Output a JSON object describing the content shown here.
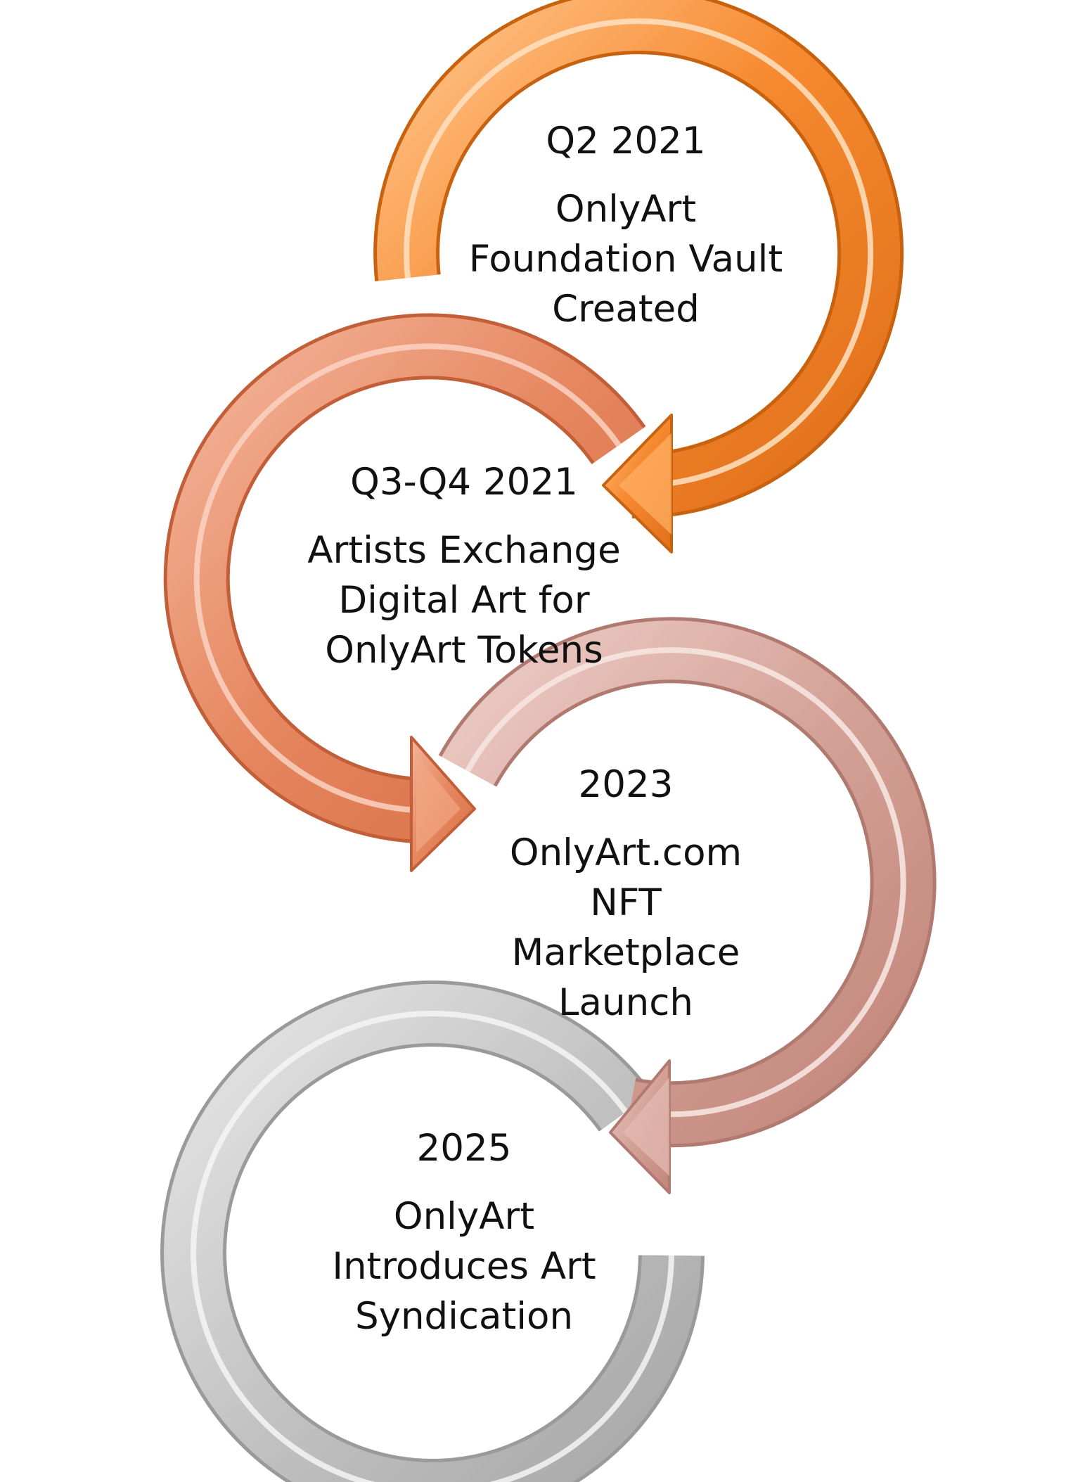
{
  "steps": [
    {
      "year": "Q2 2021",
      "lines": [
        "OnlyArt",
        "Foundation Vault",
        "Created"
      ],
      "color": "#F7882F",
      "shape": "circular-arrow"
    },
    {
      "year": "Q3-Q4 2021",
      "lines": [
        "Artists Exchange",
        "Digital Art for",
        "OnlyArt Tokens"
      ],
      "color": "#E5865E",
      "shape": "circular-arrow"
    },
    {
      "year": "2023",
      "lines": [
        "OnlyArt.com",
        "NFT",
        "Marketplace",
        "Launch"
      ],
      "color": "#D4A196",
      "shape": "circular-arrow"
    },
    {
      "year": "2025",
      "lines": [
        "OnlyArt",
        "Introduces Art",
        "Syndication"
      ],
      "color": "#C4C4C4",
      "shape": "circular-arrow"
    }
  ]
}
